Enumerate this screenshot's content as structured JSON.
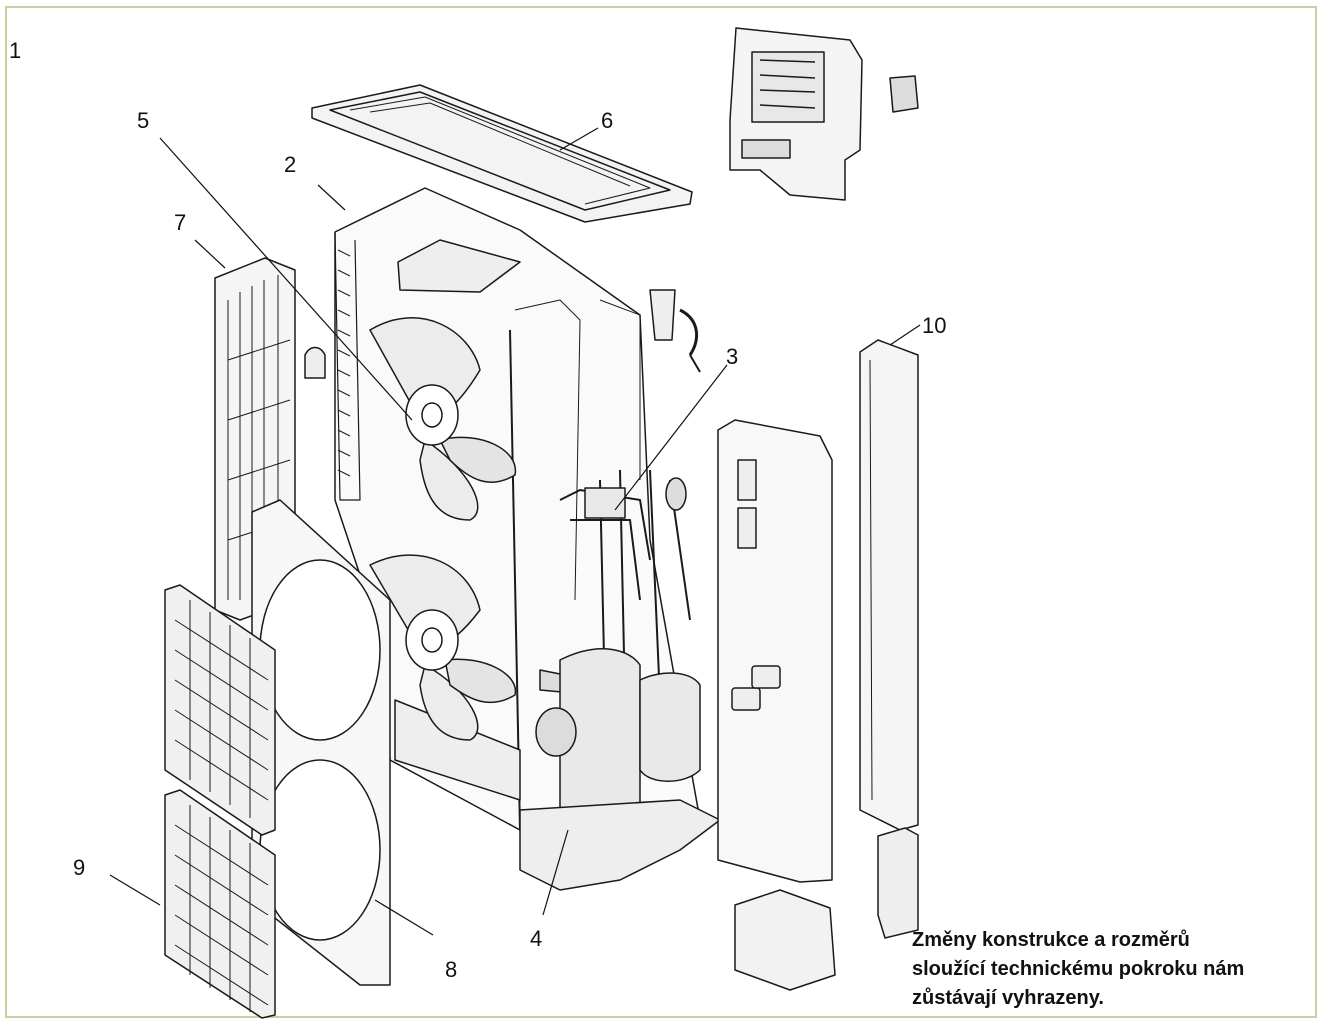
{
  "figure": {
    "number": "1"
  },
  "callouts": [
    {
      "id": "c1",
      "text": "2"
    },
    {
      "id": "c2",
      "text": "3"
    },
    {
      "id": "c3",
      "text": "4"
    },
    {
      "id": "c4",
      "text": "5"
    },
    {
      "id": "c5",
      "text": "6"
    },
    {
      "id": "c6",
      "text": "7"
    },
    {
      "id": "c7",
      "text": "8"
    },
    {
      "id": "c8",
      "text": "9"
    },
    {
      "id": "c9",
      "text": "10"
    }
  ],
  "note": {
    "line1": "Změny konstrukce a rozměrů",
    "line2": "sloužící technickému pokroku nám",
    "line3": "zůstávají vyhrazeny."
  },
  "colors": {
    "frame": "#c9cf9f",
    "line_art": "#1a1a1a",
    "shading": "#e4e4e4"
  }
}
